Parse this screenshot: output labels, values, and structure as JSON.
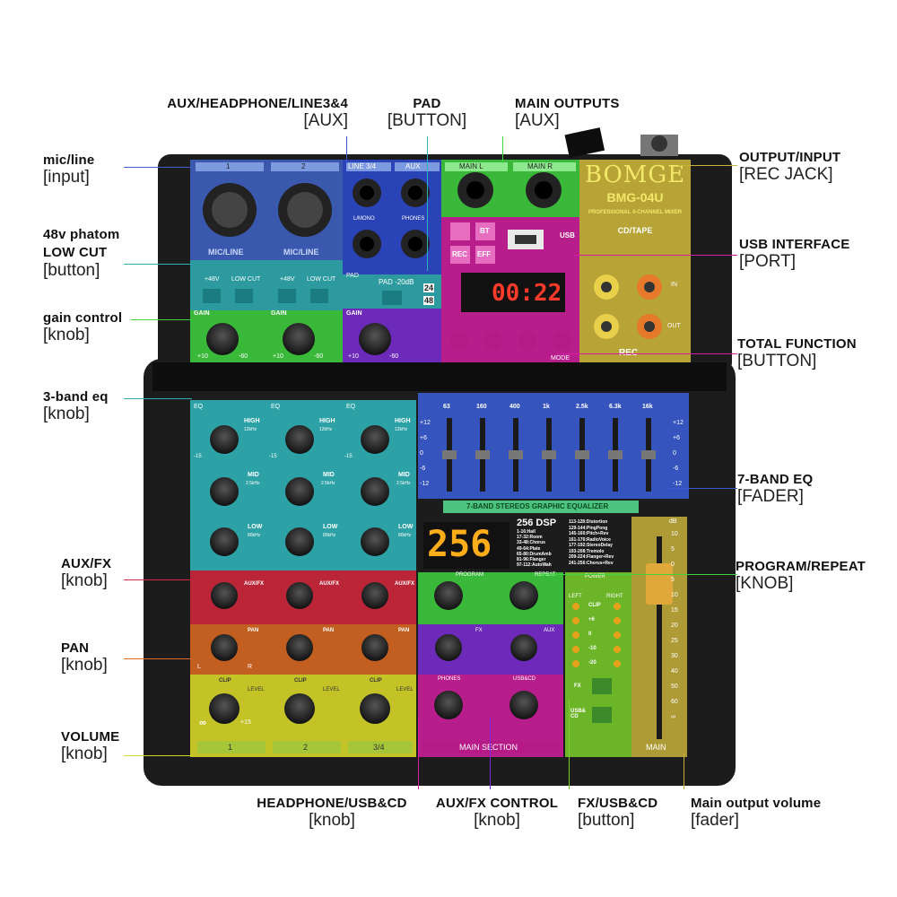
{
  "device": {
    "brand": "BOMGE",
    "model": "BMG-04U",
    "tagline": "PROFESSIONAL 4-CHANNEL MIXER",
    "cd_tape": "CD/TAPE",
    "in": "IN",
    "out": "OUT",
    "rec": "REC",
    "usb": "USB",
    "channels": [
      "1",
      "2"
    ],
    "mic_line": "MIC/LINE",
    "line34": "LINE 3/4",
    "aux": "AUX",
    "lmono": "L/MONO",
    "phones": "PHONES",
    "plus48": "+48V",
    "low_cut": "LOW CUT",
    "pad": "PAD",
    "pad20": "PAD -20dB",
    "gain": "GAIN",
    "main_l": "MAIN L",
    "main_r": "MAIN R",
    "bt": "BT",
    "rec_btn": "REC",
    "eff": "EFF",
    "clock": "00:22",
    "display_bits": "24",
    "display_khz": "48",
    "mode": "MODE",
    "eq": "EQ",
    "high": "HIGH",
    "high_f": "12kHz",
    "mid": "MID",
    "mid_f": "2.5kHz",
    "low": "LOW",
    "low_f": "80kHz",
    "auxfx": "AUX/FX",
    "pan": "PAN",
    "clip": "CLIP",
    "level": "LEVEL",
    "strip_labels": [
      "1",
      "2",
      "3/4"
    ],
    "geq_freqs": [
      "63",
      "160",
      "400",
      "1k",
      "2.5k",
      "6.3k",
      "16k"
    ],
    "geq_scale": [
      "+12",
      "+6",
      "0",
      "-6",
      "-12"
    ],
    "geq_title": "7-BAND STEREOS GRAPHIC EQUALIZER",
    "dsp_number": "256",
    "dsp_title": "256 DSP",
    "dsp_list_left": [
      "1-16:Hall",
      "17-32:Room",
      "33-48:Chorus",
      "49-64:Plate",
      "65-80:DrumAmb",
      "81-96:Flanger",
      "97-112:AutoWah"
    ],
    "dsp_list_right": [
      "113-128:Distortion",
      "129-144:PingPong",
      "145-160:Pitch+Rev",
      "161-176:RadioVoice",
      "177-192:StereoDelay",
      "193-208:Tremolo",
      "209-224:Flanger+Rev",
      "241-256:Chorus+Rev"
    ],
    "program": "PROGRAM",
    "repeat": "REPEAT",
    "fx": "FX",
    "phones_lbl": "PHONES",
    "usbcd": "USB&CD",
    "main_section": "MAIN SECTION",
    "power": "POWER",
    "left": "LEFT",
    "right": "RIGHT",
    "meter": [
      "CLIP",
      "+6",
      "0",
      "-10",
      "-20"
    ],
    "fx_btn": "FX",
    "usbcd_btn": "USB& CD",
    "main": "MAIN",
    "fader_scale": [
      "10",
      "5",
      "0",
      "5",
      "10",
      "15",
      "20",
      "25",
      "30",
      "40",
      "50",
      "60",
      "∞"
    ],
    "db": "dB",
    "knob_min": "-15",
    "knob_max": "+15",
    "gain_min": "+10",
    "gain_max": "-60",
    "pan_l": "L",
    "pan_r": "R",
    "inf": "∞"
  },
  "labels": {
    "mic_line": {
      "title": "mic/line",
      "sub": "[input]"
    },
    "phantom": {
      "title1": "48v phatom",
      "title2": "LOW CUT",
      "sub": "[button]"
    },
    "gain": {
      "title": "gain control",
      "sub": "[knob]"
    },
    "eq3": {
      "title": "3-band eq",
      "sub": "[knob]"
    },
    "auxfx": {
      "title": "AUX/FX",
      "sub": "[knob]"
    },
    "pan": {
      "title": "PAN",
      "sub": "[knob]"
    },
    "volume": {
      "title": "VOLUME",
      "sub": "[knob]"
    },
    "aux_hp": {
      "title": "AUX/HEADPHONE/LINE3&4",
      "sub": "[AUX]"
    },
    "pad": {
      "title": "PAD",
      "sub": "[BUTTON]"
    },
    "main_out": {
      "title": "MAIN OUTPUTS",
      "sub": "[AUX]"
    },
    "out_in": {
      "title": "OUTPUT/INPUT",
      "sub": "[REC JACK]"
    },
    "usb": {
      "title": "USB INTERFACE",
      "sub": "[PORT]"
    },
    "total": {
      "title": "TOTAL FUNCTION",
      "sub": "[BUTTON]"
    },
    "eq7": {
      "title": "7-BAND EQ",
      "sub": "[FADER]"
    },
    "prog": {
      "title": "PROGRAM/REPEAT",
      "sub": "[KNOB]"
    },
    "hp_usb": {
      "title": "HEADPHONE/USB&CD",
      "sub": "[knob]"
    },
    "auxfx_ctrl": {
      "title": "AUX/FX CONTROL",
      "sub": "[knob]"
    },
    "fx_usb": {
      "title": "FX/USB&CD",
      "sub": "[button]"
    },
    "main_vol": {
      "title": "Main output volume",
      "sub": "[fader]"
    }
  },
  "colors": {
    "blue": "#3f63c8",
    "teal": "#2fb0b6",
    "green": "#3fd33f",
    "purple": "#7a2bd6",
    "magenta": "#d21ea0",
    "red": "#d6283c",
    "orange": "#e06a22",
    "yellow": "#d6d62a",
    "gold": "#c9b23a",
    "navy": "#3a5bd0",
    "lime": "#7ad02a"
  }
}
